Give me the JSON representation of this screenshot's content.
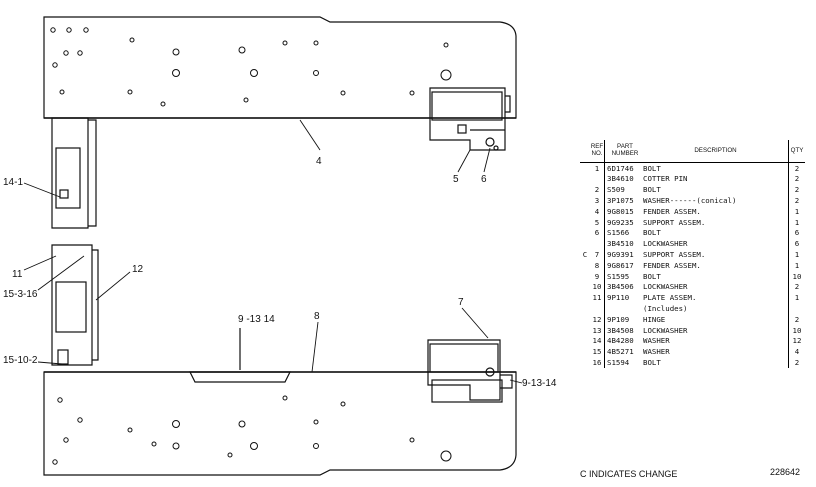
{
  "callouts": {
    "c4": "4",
    "c5": "5",
    "c6": "6",
    "c14_1": "14-1",
    "c11": "11",
    "c15_3_16": "15-3-16",
    "c12": "12",
    "c9_13_14_top": "9 -13  14",
    "c8": "8",
    "c7": "7",
    "c15_10_2": "15-10-2",
    "c9_13_14_right": "9-13-14"
  },
  "table": {
    "header": {
      "ref_no": "REF NO.",
      "part_number": "PART NUMBER",
      "description": "DESCRIPTION",
      "qty": "QTY"
    },
    "rows": [
      {
        "change": "",
        "ref": "1",
        "part": "6D1746",
        "desc": "BOLT",
        "qty": "2"
      },
      {
        "change": "",
        "ref": "",
        "part": "3B4610",
        "desc": "COTTER PIN",
        "qty": "2"
      },
      {
        "change": "",
        "ref": "2",
        "part": "S509",
        "desc": "BOLT",
        "qty": "2"
      },
      {
        "change": "",
        "ref": "3",
        "part": "3P1075",
        "desc": "WASHER------(conical)",
        "qty": "2"
      },
      {
        "change": "",
        "ref": "4",
        "part": "9G8015",
        "desc": "FENDER ASSEM.",
        "qty": "1"
      },
      {
        "change": "",
        "ref": "5",
        "part": "9G9235",
        "desc": "SUPPORT ASSEM.",
        "qty": "1"
      },
      {
        "change": "",
        "ref": "6",
        "part": "S1566",
        "desc": "BOLT",
        "qty": "6"
      },
      {
        "change": "",
        "ref": "",
        "part": "3B4510",
        "desc": "LOCKWASHER",
        "qty": "6"
      },
      {
        "change": "C",
        "ref": "7",
        "part": "9G9391",
        "desc": "SUPPORT ASSEM.",
        "qty": "1"
      },
      {
        "change": "",
        "ref": "8",
        "part": "9G8617",
        "desc": "FENDER ASSEM.",
        "qty": "1"
      },
      {
        "change": "",
        "ref": "9",
        "part": "S1595",
        "desc": "BOLT",
        "qty": "10"
      },
      {
        "change": "",
        "ref": "10",
        "part": "3B4506",
        "desc": "LOCKWASHER",
        "qty": "2"
      },
      {
        "change": "",
        "ref": "11",
        "part": "9P110",
        "desc": "PLATE ASSEM.",
        "qty": "1"
      },
      {
        "change": "",
        "ref": "",
        "part": "",
        "desc": "(Includes)",
        "qty": ""
      },
      {
        "change": "",
        "ref": "12",
        "part": "9P109",
        "desc": "HINGE",
        "qty": "2"
      },
      {
        "change": "",
        "ref": "13",
        "part": "3B4508",
        "desc": "LOCKWASHER",
        "qty": "10"
      },
      {
        "change": "",
        "ref": "14",
        "part": "4B4280",
        "desc": "WASHER",
        "qty": "12"
      },
      {
        "change": "",
        "ref": "15",
        "part": "4B5271",
        "desc": "WASHER",
        "qty": "4"
      },
      {
        "change": "",
        "ref": "16",
        "part": "S1594",
        "desc": "BOLT",
        "qty": "2"
      }
    ]
  },
  "footer": {
    "note": "C  INDICATES  CHANGE",
    "drawing_number": "228642"
  }
}
